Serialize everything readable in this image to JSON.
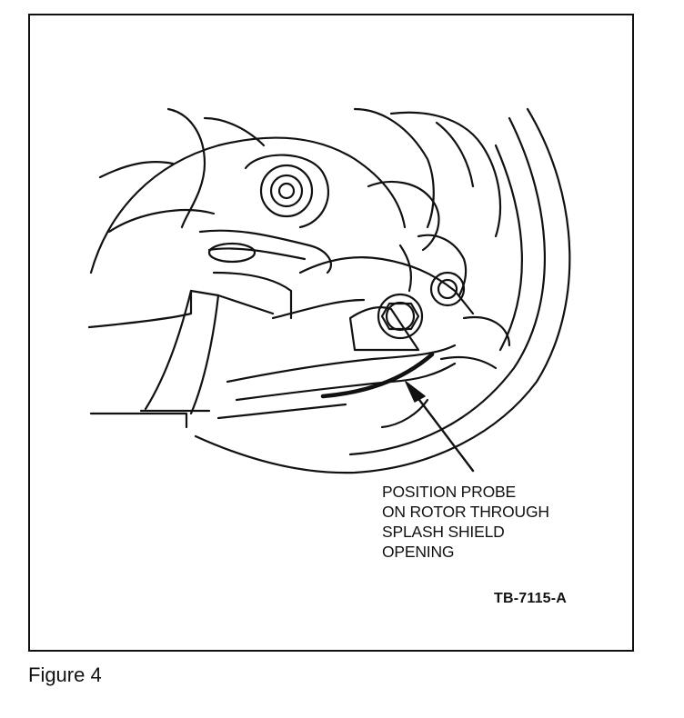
{
  "figure": {
    "callout_lines": [
      "POSITION PROBE",
      "ON ROTOR THROUGH",
      "SPLASH SHIELD",
      "OPENING"
    ],
    "reference_code": "TB-7115-A",
    "caption": "Figure 4"
  }
}
